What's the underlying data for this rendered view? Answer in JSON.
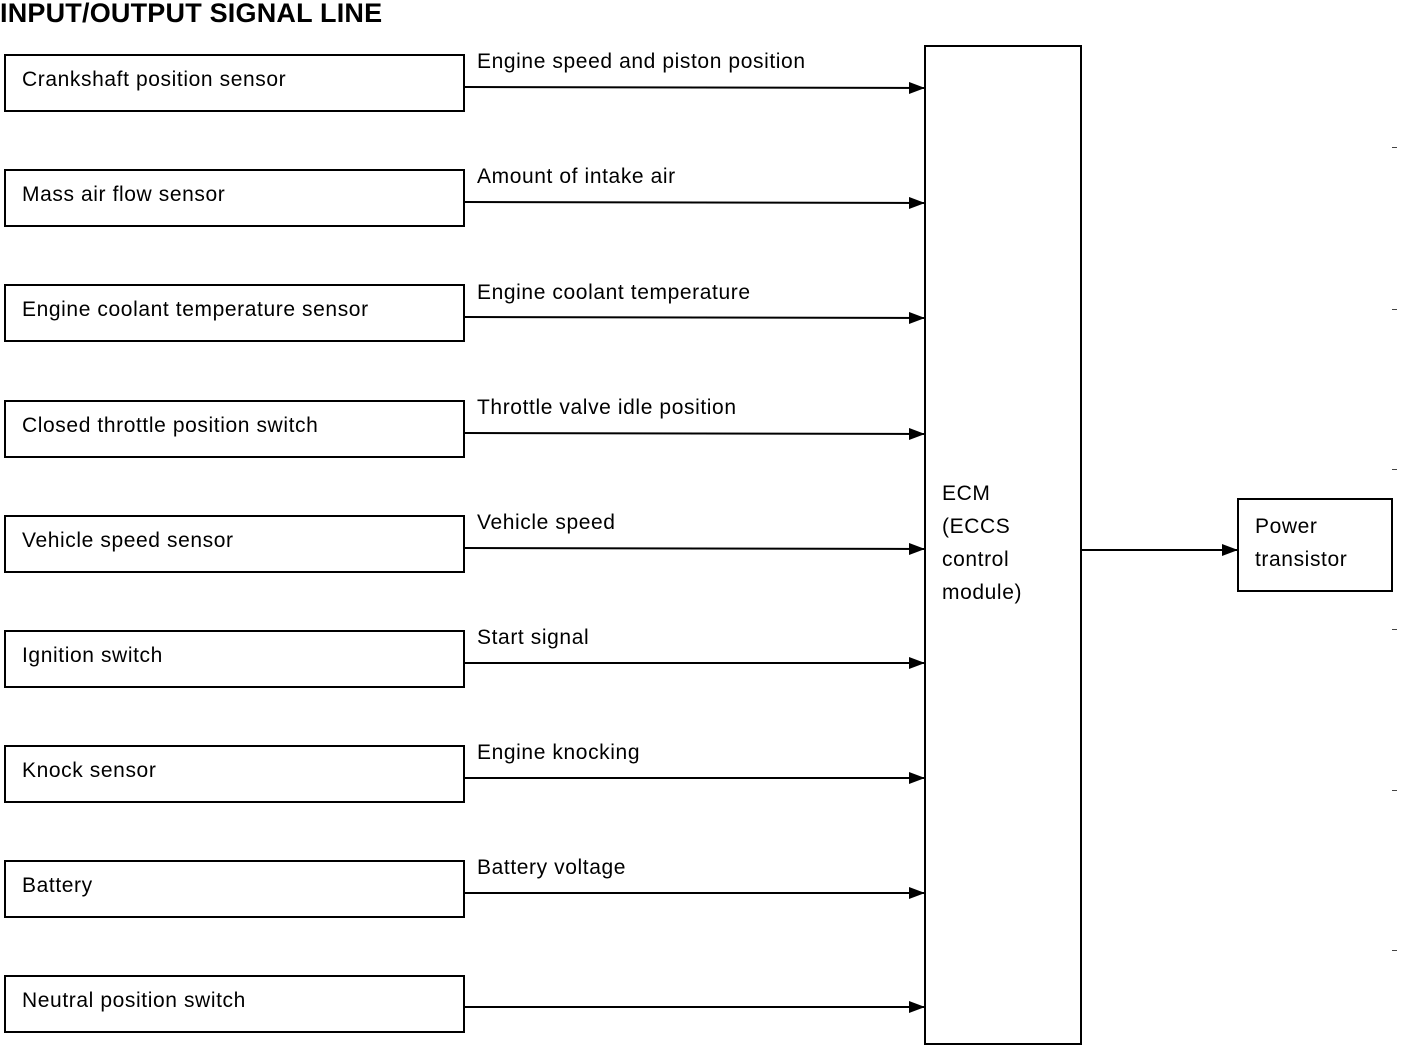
{
  "title": "INPUT/OUTPUT SIGNAL LINE",
  "inputs": [
    {
      "name": "Crankshaft position sensor",
      "signal": "Engine speed and piston position"
    },
    {
      "name": "Mass air flow sensor",
      "signal": "Amount of intake air"
    },
    {
      "name": "Engine coolant temperature sensor",
      "signal": "Engine coolant temperature"
    },
    {
      "name": "Closed throttle position switch",
      "signal": "Throttle valve idle position"
    },
    {
      "name": "Vehicle speed sensor",
      "signal": "Vehicle speed"
    },
    {
      "name": "Ignition switch",
      "signal": "Start signal"
    },
    {
      "name": "Knock sensor",
      "signal": "Engine knocking"
    },
    {
      "name": "Battery",
      "signal": "Battery voltage"
    },
    {
      "name": "Neutral position switch",
      "signal": ""
    }
  ],
  "ecm": {
    "label": "ECM\n(ECCS\ncontrol\nmodule)"
  },
  "output": {
    "label": "Power\ntransistor"
  }
}
